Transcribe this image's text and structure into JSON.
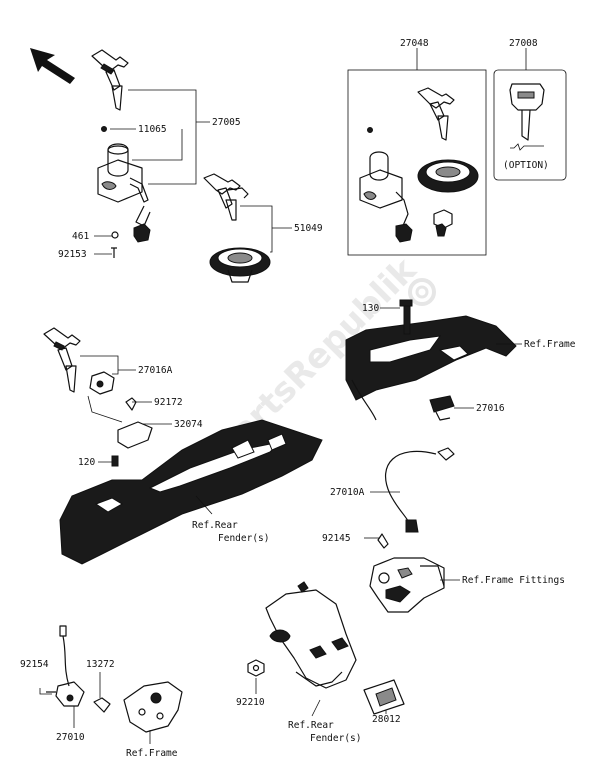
{
  "watermark": "PartsRepublik",
  "labels": {
    "p27048": "27048",
    "p27008": "27008",
    "option": "(OPTION)",
    "p11065": "11065",
    "p27005": "27005",
    "p461": "461",
    "p92153": "92153",
    "p51049": "51049",
    "p130": "130",
    "ref_frame_1": "Ref.Frame",
    "p27016A": "27016A",
    "p92172": "92172",
    "p32074": "32074",
    "p120": "120",
    "p27016": "27016",
    "ref_rear_fender_1a": "Ref.Rear",
    "ref_rear_fender_1b": "Fender(s)",
    "p27010A": "27010A",
    "p92145": "92145",
    "ref_frame_fittings": "Ref.Frame Fittings",
    "p92154": "92154",
    "p13272": "13272",
    "p92210": "92210",
    "ref_rear_fender_2a": "Ref.Rear",
    "ref_rear_fender_2b": "Fender(s)",
    "p28012": "28012",
    "p27010": "27010",
    "ref_frame_2": "Ref.Frame"
  }
}
